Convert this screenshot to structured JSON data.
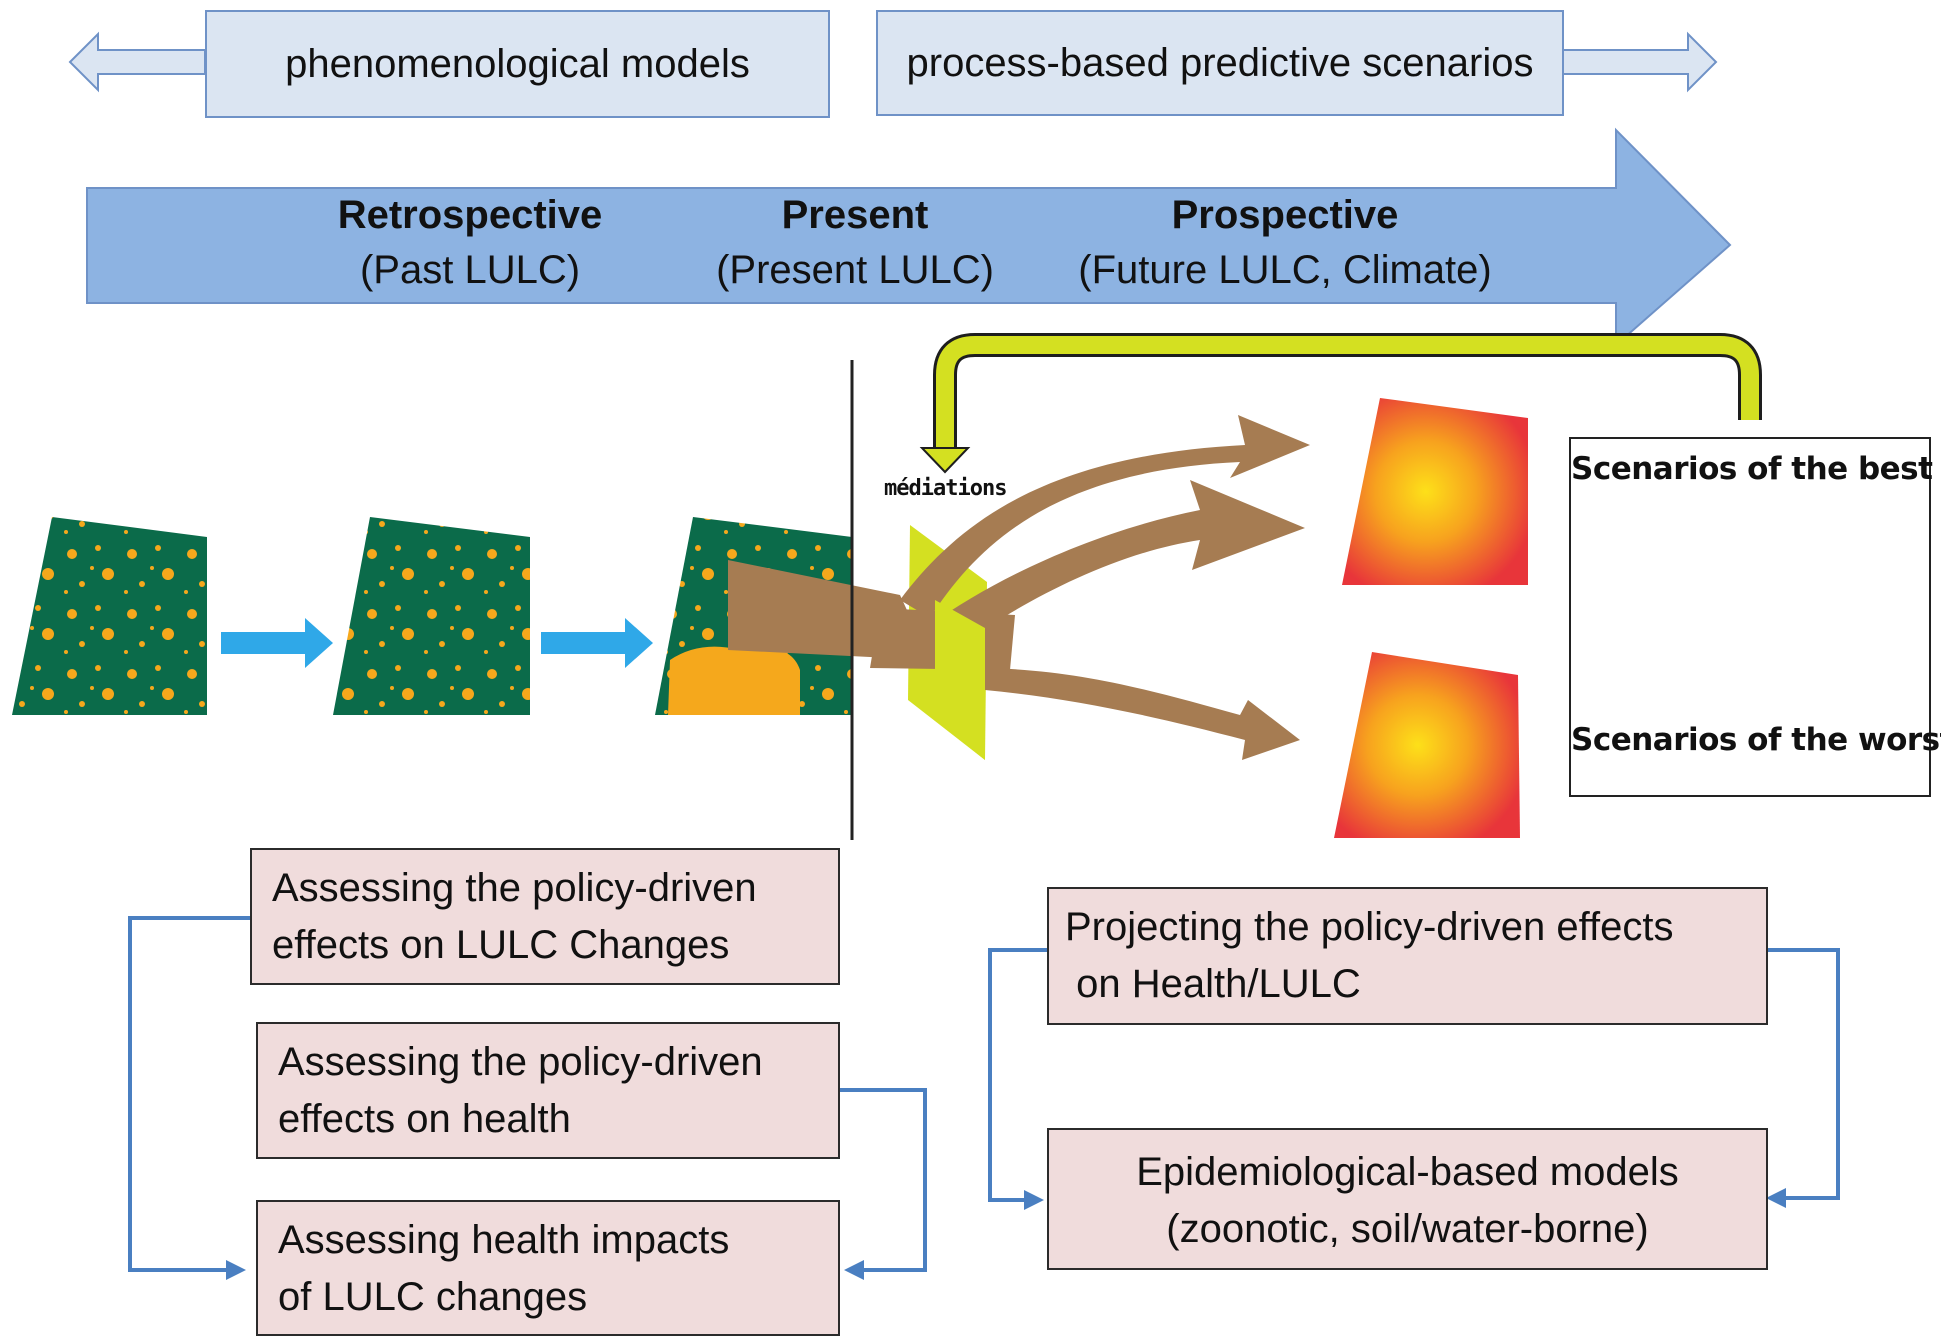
{
  "top": {
    "left_label": "phenomenological models",
    "right_label": "process-based predictive scenarios"
  },
  "timeline": {
    "retro_title": "Retrospective",
    "retro_sub": "(Past LULC)",
    "present_title": "Present",
    "present_sub": "(Present LULC)",
    "prosp_title": "Prospective",
    "prosp_sub": "(Future LULC, Climate)"
  },
  "mediations": "médiations",
  "scenarios": {
    "best": "Scenarios of the best",
    "worst": "Scenarios of the worst"
  },
  "left_boxes": {
    "box1_line1": "Assessing the policy-driven",
    "box1_line2": "effects on LULC Changes",
    "box2_line1": "Assessing the policy-driven",
    "box2_line2": "effects on health",
    "box3_line1": "Assessing health impacts",
    "box3_line2": "of LULC changes"
  },
  "right_boxes": {
    "box1_line1": "Projecting the policy-driven effects",
    "box1_line2": " on Health/LULC",
    "box2_line1": "Epidemiological-based models",
    "box2_line2": "(zoonotic, soil/water-borne)"
  },
  "colors": {
    "timeline_arrow": "#8db3e2",
    "top_box": "#dbe5f2",
    "pink_box": "#f0dcdc",
    "connector": "#4a7fc1",
    "flow_arrow": "#a67c52",
    "mediation": "#d4e021",
    "map_green": "#0b6b4a",
    "map_orange": "#f5a81c",
    "blue_arrow": "#2fa8e8"
  }
}
